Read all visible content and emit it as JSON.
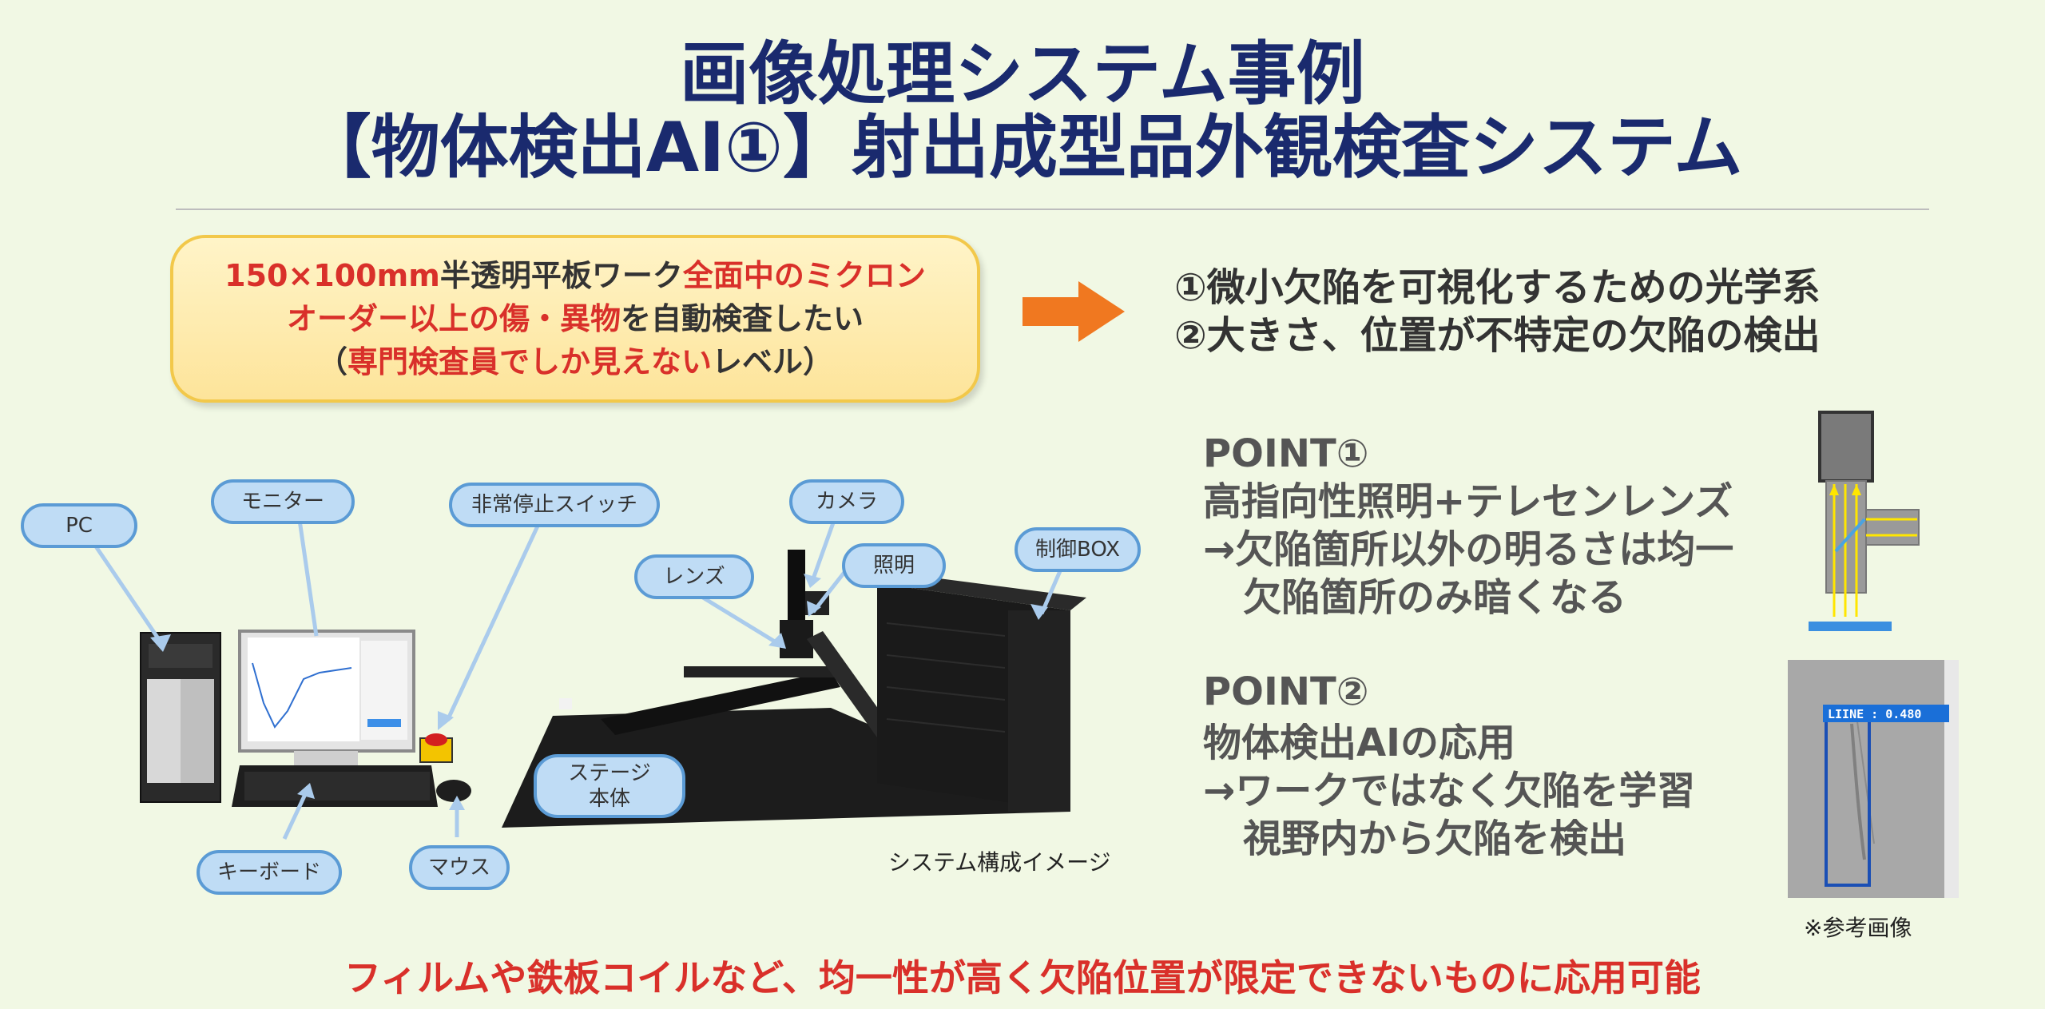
{
  "title": {
    "line1": "画像処理システム事例",
    "line2": "【物体検出AI①】射出成型品外観検査システム"
  },
  "problem": {
    "l1_a": "150×100mm",
    "l1_b": "半透明平板ワーク",
    "l1_c": "全面中のミクロン",
    "l2_a": "オーダー以上の傷・異物",
    "l2_b": "を自動検査したい",
    "l3_a": "（",
    "l3_b": "専門検査員でしか見えない",
    "l3_c": "レベル）"
  },
  "tasks": [
    "①微小欠陥を可視化するための光学系",
    "②大きさ、位置が不特定の欠陥の検出"
  ],
  "point1": {
    "heading": "POINT①",
    "lines": [
      "高指向性照明+テレセンレンズ",
      "→欠陥箇所以外の明るさは均一",
      "欠陥箇所のみ暗くなる"
    ]
  },
  "point2": {
    "heading": "POINT②",
    "lines": [
      "物体検出AIの応用",
      "→ワークではなく欠陥を学習",
      "視野内から欠陥を検出"
    ]
  },
  "callouts": {
    "pc": "PC",
    "monitor": "モニター",
    "estop": "非常停止スイッチ",
    "camera": "カメラ",
    "lens": "レンズ",
    "light": "照明",
    "control": "制御BOX",
    "stage_l1": "ステージ",
    "stage_l2": "本体",
    "keyboard": "キーボード",
    "mouse": "マウス"
  },
  "system_caption": "システム構成イメージ",
  "detection_label": "LIINE : 0.480",
  "reference_caption": "※参考画像",
  "footer": "フィルムや鉄板コイルなど、均一性が高く欠陥位置が限定できないものに応用可能",
  "colors": {
    "title": "#1a2a6e",
    "accent_red": "#d9302a",
    "arrow": "#f07820",
    "callout_fill": "#bfdcf5",
    "callout_border": "#5b9bd5"
  }
}
